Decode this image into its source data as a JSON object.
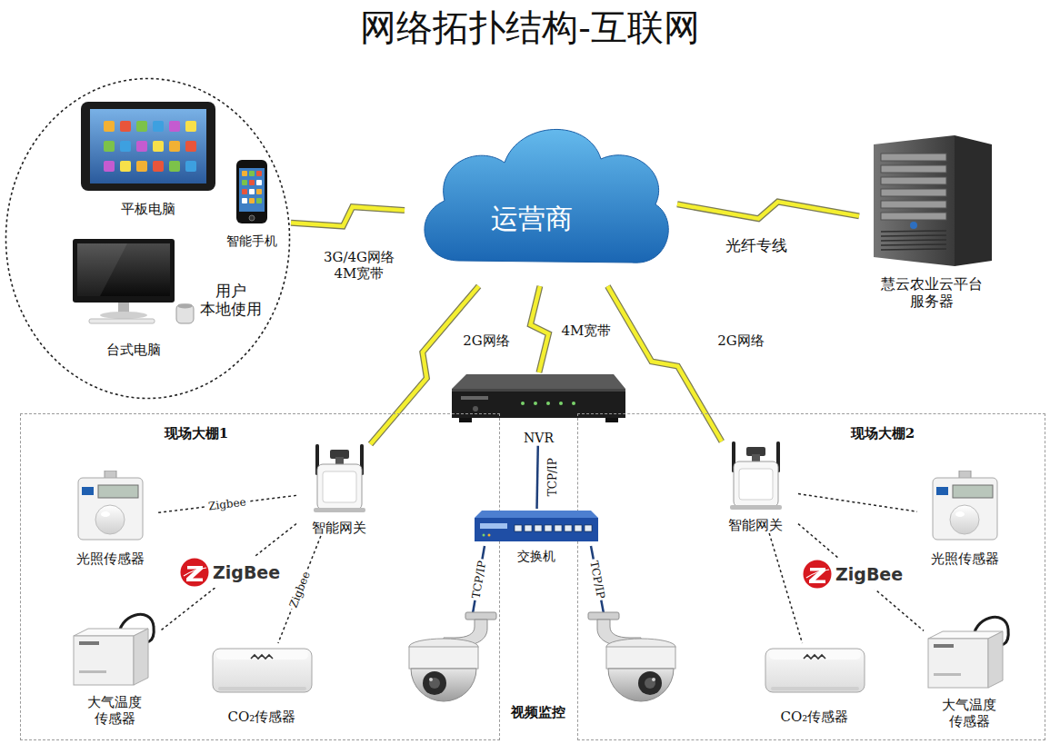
{
  "diagram": {
    "title": "网络拓扑结构-互联网",
    "nodes": [
      {
        "text": [
          "用户 本地使用"
        ]
      },
      {
        "text": [
          "平板电脑"
        ],
        "in": 0
      },
      {
        "text": [
          "智能手机"
        ],
        "in": 0
      },
      {
        "text": [
          "台式电脑"
        ],
        "in": 0
      },
      {
        "text": [
          "运营商"
        ]
      },
      {
        "text": [
          "慧云农业云平台 服务器"
        ]
      },
      {
        "text": [
          "NVR"
        ]
      },
      {
        "text": [
          "现场大棚1"
        ]
      },
      {
        "text": [
          "智能网关"
        ],
        "in": 7
      },
      {
        "text": [
          "光照传感器"
        ],
        "in": 7
      },
      {
        "text": [
          "大气温度 传感器"
        ],
        "in": 7
      },
      {
        "text": [
          "CO₂传感器"
        ],
        "in": 7
      },
      {
        "text": [
          "交换机"
        ]
      },
      {
        "text": [
          "现场大棚2"
        ]
      },
      {
        "text": [
          "智能网关"
        ],
        "in": 13
      },
      {
        "text": [
          "光照传感器"
        ],
        "in": 13
      },
      {
        "text": [
          "CO₂传感器"
        ],
        "in": 13
      },
      {
        "text": [
          "大气温度 传感器"
        ],
        "in": 13
      }
    ],
    "edges": [
      {
        "from": 0,
        "to": 4,
        "arrow": "none",
        "label": "3G/4G网络 4M宽带"
      },
      {
        "from": 4,
        "to": 5,
        "arrow": "none",
        "label": "光纤专线"
      },
      {
        "from": 4,
        "to": 8,
        "arrow": "none",
        "label": "2G网络"
      },
      {
        "from": 4,
        "to": 6,
        "arrow": "none",
        "label": "4M宽带"
      },
      {
        "from": 4,
        "to": 14,
        "arrow": "none",
        "label": "2G网络"
      },
      {
        "from": 6,
        "to": 12,
        "arrow": "none",
        "label": "TCP/IP"
      },
      {
        "from": 8,
        "to": 9,
        "arrow": "none",
        "label": "Zigbee"
      },
      {
        "from": 8,
        "to": 11,
        "arrow": "none",
        "label": "Zigbee"
      },
      {
        "from": 8,
        "to": 10,
        "arrow": "none"
      },
      {
        "from": 14,
        "to": 15,
        "arrow": "none"
      },
      {
        "from": 14,
        "to": 16,
        "arrow": "none"
      },
      {
        "from": 14,
        "to": 17,
        "arrow": "none"
      }
    ],
    "labels": [
      "ZigBee",
      "TCP/IP",
      "TCP/IP",
      "视频监控",
      "ZigBee"
    ]
  }
}
